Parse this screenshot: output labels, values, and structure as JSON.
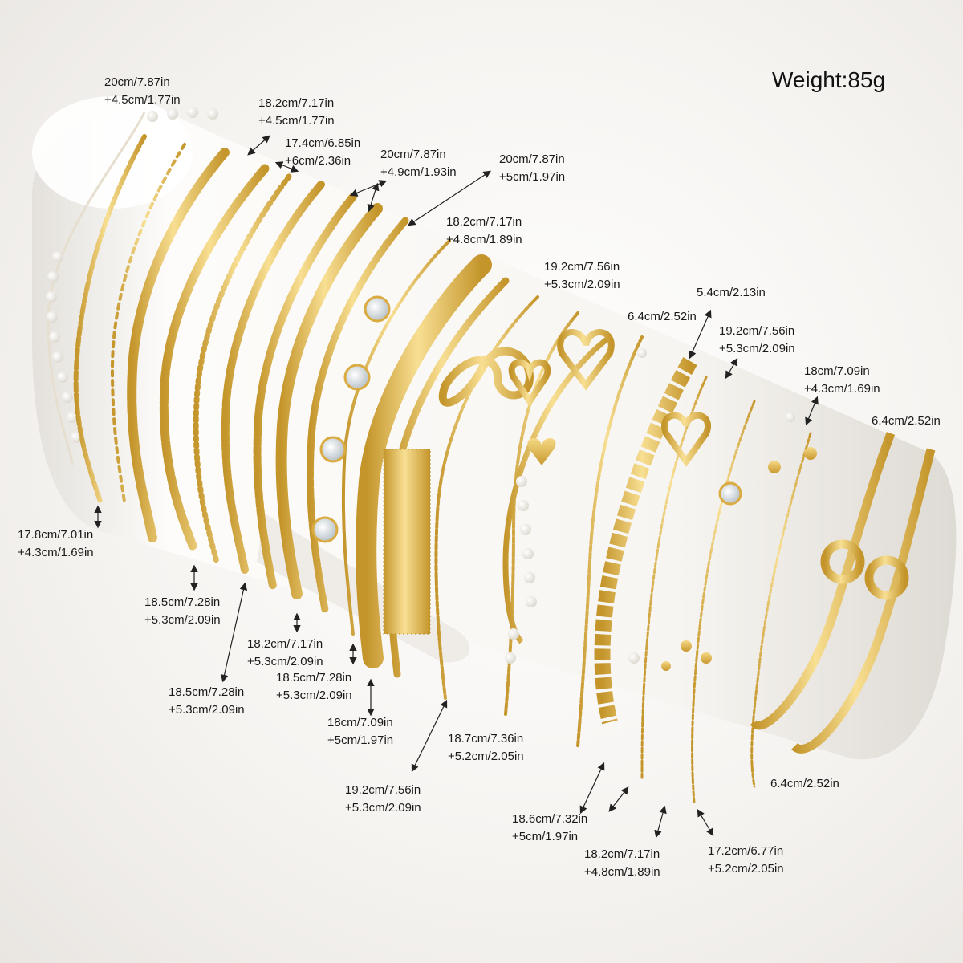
{
  "weight": "Weight:85g",
  "colors": {
    "gold_light": "#f7dc8c",
    "gold_mid": "#e4b84c",
    "gold_dark": "#b98a23",
    "stand": "#fbfaf7",
    "pearl": "#fdfcf8",
    "crystal": "#e8ecef",
    "arrow": "#222222"
  },
  "annotations": [
    {
      "name": "pearl-bracelet",
      "length": "20cm/7.87in",
      "extension": "+4.5cm/1.77in"
    },
    {
      "name": "heart-chain-bracelet",
      "length": "18.2cm/7.17in",
      "extension": "+4.5cm/1.77in"
    },
    {
      "name": "cuban-link-bracelet",
      "length": "17.4cm/6.85in",
      "extension": "+6cm/2.36in"
    },
    {
      "name": "tennis-bracelet-a",
      "length": "20cm/7.87in",
      "extension": "+4.9cm/1.93in"
    },
    {
      "name": "rope-bracelet",
      "length": "20cm/7.87in",
      "extension": "+5cm/1.97in"
    },
    {
      "name": "infinity-bracelet",
      "length": "18.2cm/7.17in",
      "extension": "+4.8cm/1.89in"
    },
    {
      "name": "open-heart-bracelet",
      "length": "19.2cm/7.56in",
      "extension": "+5.3cm/2.09in"
    },
    {
      "name": "heart-cuff",
      "length": "6.4cm/2.52in",
      "extension": ""
    },
    {
      "name": "tennis-bangle",
      "length": "5.4cm/2.13in",
      "extension": ""
    },
    {
      "name": "rhinestone-heart-bracelet",
      "length": "19.2cm/7.56in",
      "extension": "+5.3cm/2.09in"
    },
    {
      "name": "bead-chain-bracelet",
      "length": "18cm/7.09in",
      "extension": "+4.3cm/1.69in"
    },
    {
      "name": "knot-bangle-right",
      "length": "6.4cm/2.52in",
      "extension": ""
    },
    {
      "name": "link-chain-bracelet",
      "length": "17.8cm/7.01in",
      "extension": "+4.3cm/1.69in"
    },
    {
      "name": "paperclip-bracelet",
      "length": "18.5cm/7.28in",
      "extension": "+5.3cm/2.09in"
    },
    {
      "name": "ball-chain-bracelet",
      "length": "18.2cm/7.17in",
      "extension": "+5.3cm/2.09in"
    },
    {
      "name": "box-chain-bracelet",
      "length": "18.5cm/7.28in",
      "extension": "+5.3cm/2.09in"
    },
    {
      "name": "crystal-bezel-bracelet",
      "length": "18.5cm/7.28in",
      "extension": "+5.3cm/2.09in"
    },
    {
      "name": "herringbone-bracelet",
      "length": "18cm/7.09in",
      "extension": "+5cm/1.97in"
    },
    {
      "name": "tassel-bracelet",
      "length": "19.2cm/7.56in",
      "extension": "+5.3cm/2.09in"
    },
    {
      "name": "pearl-chain-bracelet",
      "length": "18.7cm/7.36in",
      "extension": "+5.2cm/2.05in"
    },
    {
      "name": "satellite-chain-bracelet",
      "length": "18.6cm/7.32in",
      "extension": "+5cm/1.97in"
    },
    {
      "name": "fine-chain-bracelet",
      "length": "18.2cm/7.17in",
      "extension": "+4.8cm/1.89in"
    },
    {
      "name": "bead-station-bracelet",
      "length": "17.2cm/6.77in",
      "extension": "+5.2cm/2.05in"
    },
    {
      "name": "knot-bangle-left",
      "length": "6.4cm/2.52in",
      "extension": ""
    }
  ]
}
